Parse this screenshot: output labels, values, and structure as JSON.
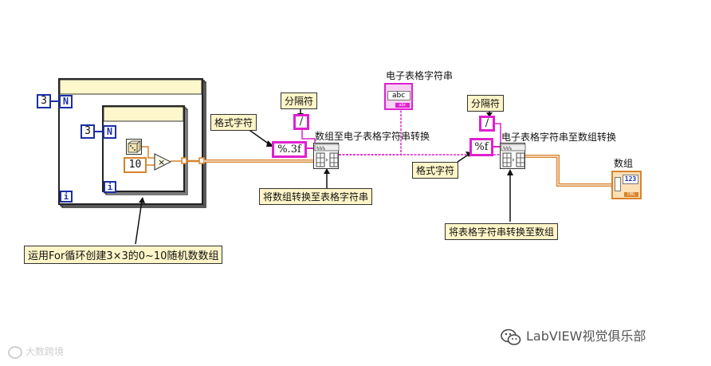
{
  "outer_loop": {
    "count": "3",
    "n_label": "N",
    "i_label": "i"
  },
  "inner_loop": {
    "count": "3",
    "n_label": "N",
    "i_label": "i"
  },
  "random_multiplier": "10",
  "format_string_1": "%.3f",
  "delimiter_1": "/",
  "format_string_2": "%f",
  "delimiter_2": "/",
  "labels": {
    "format_string_a": "格式字符",
    "delimiter_a": "分隔符",
    "array_to_spreadsheet": "数组至电子表格字符串转换",
    "spreadsheet_string": "电子表格字符串",
    "delimiter_b": "分隔符",
    "spreadsheet_to_array": "电子表格字符串至数组转换",
    "format_string_b": "格式字符",
    "array_indicator": "数组",
    "string_indicator_text": "abc",
    "array_indicator_text": "123"
  },
  "annotations": {
    "convert_to_string": "将数组转换至表格字符串",
    "convert_to_array": "将表格字符串转换至数组",
    "for_loop_note": "运用For循环创建3×3的0~10随机数数组"
  },
  "watermark": {
    "left": "大数跨境",
    "right": "LabVIEW视觉俱乐部"
  },
  "colors": {
    "integer_wire": "#1c2fa8",
    "double_wire": "#d9822b",
    "string_wire": "#e020d0",
    "label_bg": "#fff5c8"
  }
}
